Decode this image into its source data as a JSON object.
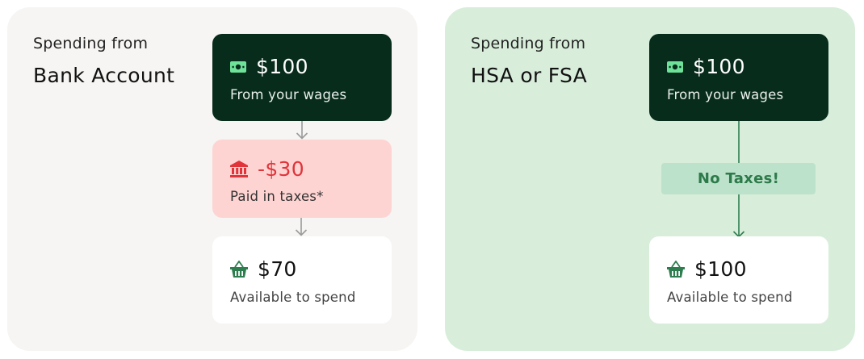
{
  "bank_panel": {
    "subtitle": "Spending from",
    "title": "Bank Account",
    "wages": {
      "icon": "cash-icon",
      "amount": "$100",
      "caption": "From your wages"
    },
    "taxes": {
      "icon": "bank-icon",
      "amount": "-$30",
      "caption": "Paid in taxes*"
    },
    "available": {
      "icon": "basket-icon",
      "amount": "$70",
      "caption": "Available to spend"
    }
  },
  "hsa_panel": {
    "subtitle": "Spending from",
    "title": "HSA or FSA",
    "wages": {
      "icon": "cash-icon",
      "amount": "$100",
      "caption": "From your wages"
    },
    "badge": "No Taxes!",
    "available": {
      "icon": "basket-icon",
      "amount": "$100",
      "caption": "Available to spend"
    }
  },
  "colors": {
    "bank_bg": "#f6f5f3",
    "hsa_bg": "#d8eedb",
    "dark_card": "#082c1c",
    "tax_card": "#fed4d2",
    "tax_text": "#e0343a",
    "badge_bg": "#bde2cb",
    "badge_text": "#2d7a4a",
    "accent_green": "#2e7d4f"
  }
}
